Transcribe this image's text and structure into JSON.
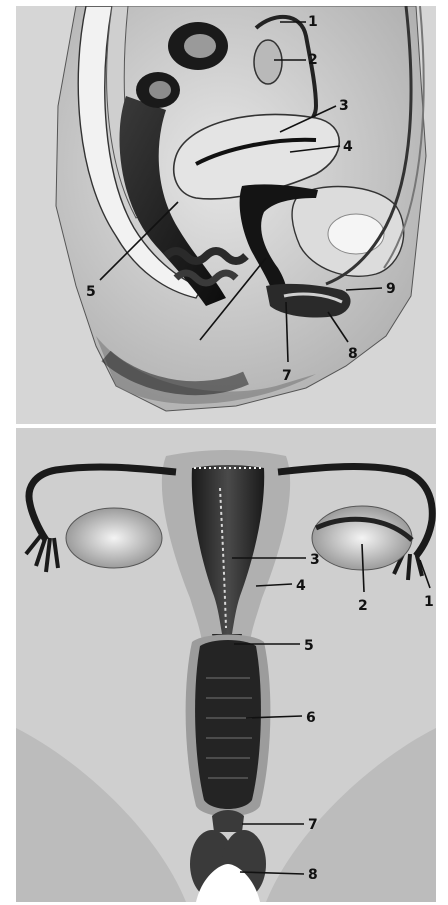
{
  "figure": {
    "sagittal_view": {
      "labels": [
        "1",
        "2",
        "3",
        "4",
        "5",
        "7",
        "8",
        "9"
      ]
    },
    "frontal_view": {
      "labels": [
        "1",
        "2",
        "3",
        "4",
        "5",
        "6",
        "7",
        "8"
      ]
    }
  }
}
